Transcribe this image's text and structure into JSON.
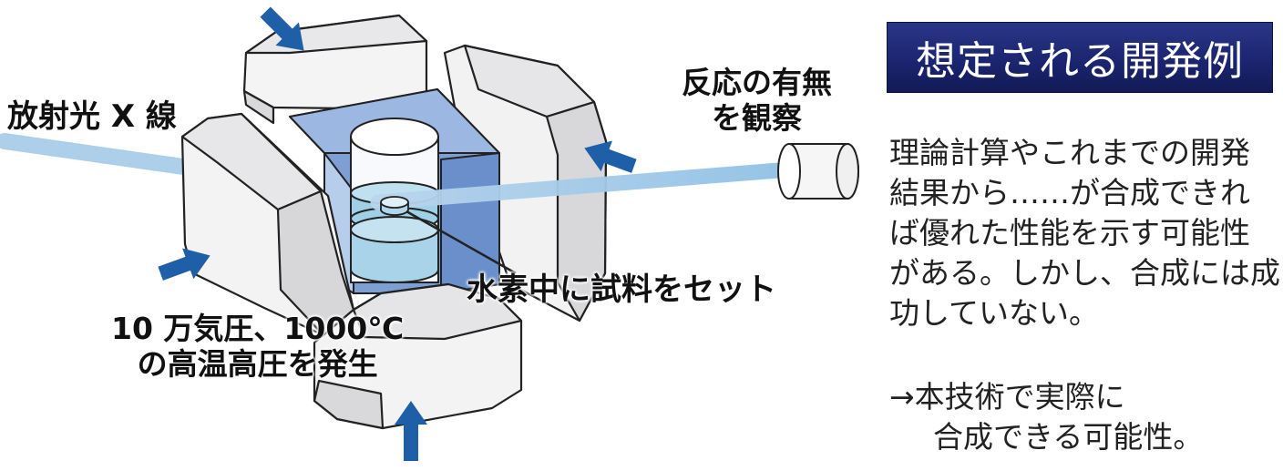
{
  "labels": {
    "xray": "放射光 X 線",
    "observe": [
      "反応の有無",
      "を観察"
    ],
    "sample": "水素中に試料をセット",
    "pressure": [
      "10 万気圧、1000℃",
      "の高温高圧を発生"
    ]
  },
  "panel": {
    "title": "想定される開発例",
    "description": [
      "理論計算やこれまでの開発",
      "結果から……が合成できれ",
      "ば優れた性能を示す可能性",
      "がある。しかし、合成には成",
      "功していない。"
    ],
    "note": [
      "→本技術で実際に",
      "合成できる可能性。"
    ]
  },
  "colors": {
    "title_bg": "#1b2570",
    "arrow": "#1e5fa8",
    "beam": "#a9cde8",
    "anvil": "#f2f2f3",
    "cell": "#7d9fd4"
  },
  "icons": [
    "pressure-arrow-icon",
    "xray-beam-icon",
    "detector-icon",
    "sample-icon"
  ]
}
